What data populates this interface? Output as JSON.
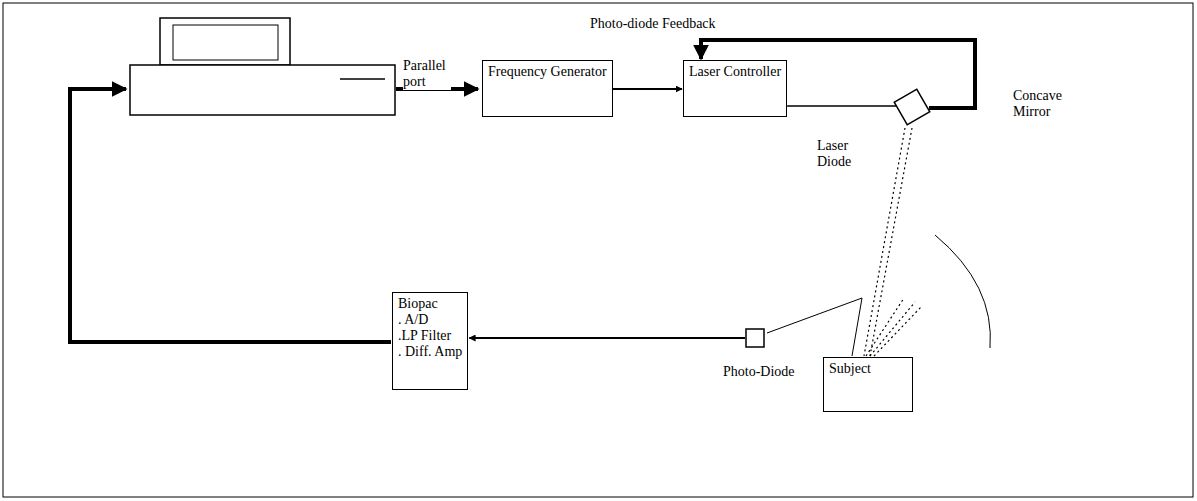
{
  "diagram": {
    "nodes": [
      {
        "text": [
          "Frequency Generator"
        ]
      },
      {
        "text": [
          "Laser Controller"
        ]
      },
      {
        "text": [
          "Laser Diode"
        ]
      },
      {
        "text": [
          "Subject"
        ]
      },
      {
        "text": [
          "Photo-Diode"
        ]
      },
      {
        "text": [
          "Biopac",
          ". A/D",
          ".LP Filter",
          ". Diff. Amp"
        ]
      }
    ],
    "edges": [
      {
        "from": 0,
        "to": 1,
        "arrow": "to"
      },
      {
        "from": 1,
        "to": 2,
        "arrow": "none"
      },
      {
        "from": 2,
        "to": 1,
        "label": "Photo-diode Feedback",
        "arrow": "to"
      },
      {
        "from": 4,
        "to": 5,
        "arrow": "to"
      }
    ],
    "labels": [
      "Parallel port",
      "Concave Mirror"
    ]
  }
}
